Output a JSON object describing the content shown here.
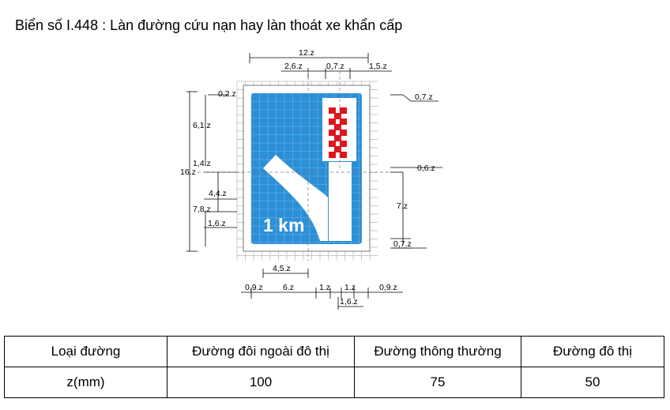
{
  "title": "Biển số I.448 : Làn đường cứu nạn hay làn thoát xe khẩn cấp",
  "sign": {
    "distance_text": "1 km",
    "colors": {
      "background": "#2b8fd6",
      "border": "#ffffff",
      "symbol": "#ffffff",
      "barrier": "#e0141c"
    }
  },
  "dimensions": {
    "top_overall": "12.z",
    "top_left": "2,6.z",
    "top_mid": "0,7.z",
    "top_right": "1,5.z",
    "corner": "0,2.z",
    "right_border": "0,7.z",
    "left_upper": "6,1.z",
    "left_gap": "1,4.z",
    "left_total": "16.z",
    "left_lane": "4,4.z",
    "left_lower": "7,8.z",
    "left_text": "1,6.z",
    "right_mid": "0,6.z",
    "right_lower": "7.z",
    "right_bottom": "0,7.z",
    "bottom_lane": "4,5.z",
    "b1": "0,9.z",
    "b2": "6.z",
    "b3": "1.z",
    "b4": "1.z",
    "b5": "0,9.z",
    "b_below": "1,6.z"
  },
  "table": {
    "headers": [
      "Loại đường",
      "Đường đôi ngoài đô thị",
      "Đường thông thường",
      "Đường đô thị"
    ],
    "row": [
      "z(mm)",
      "100",
      "75",
      "50"
    ]
  }
}
